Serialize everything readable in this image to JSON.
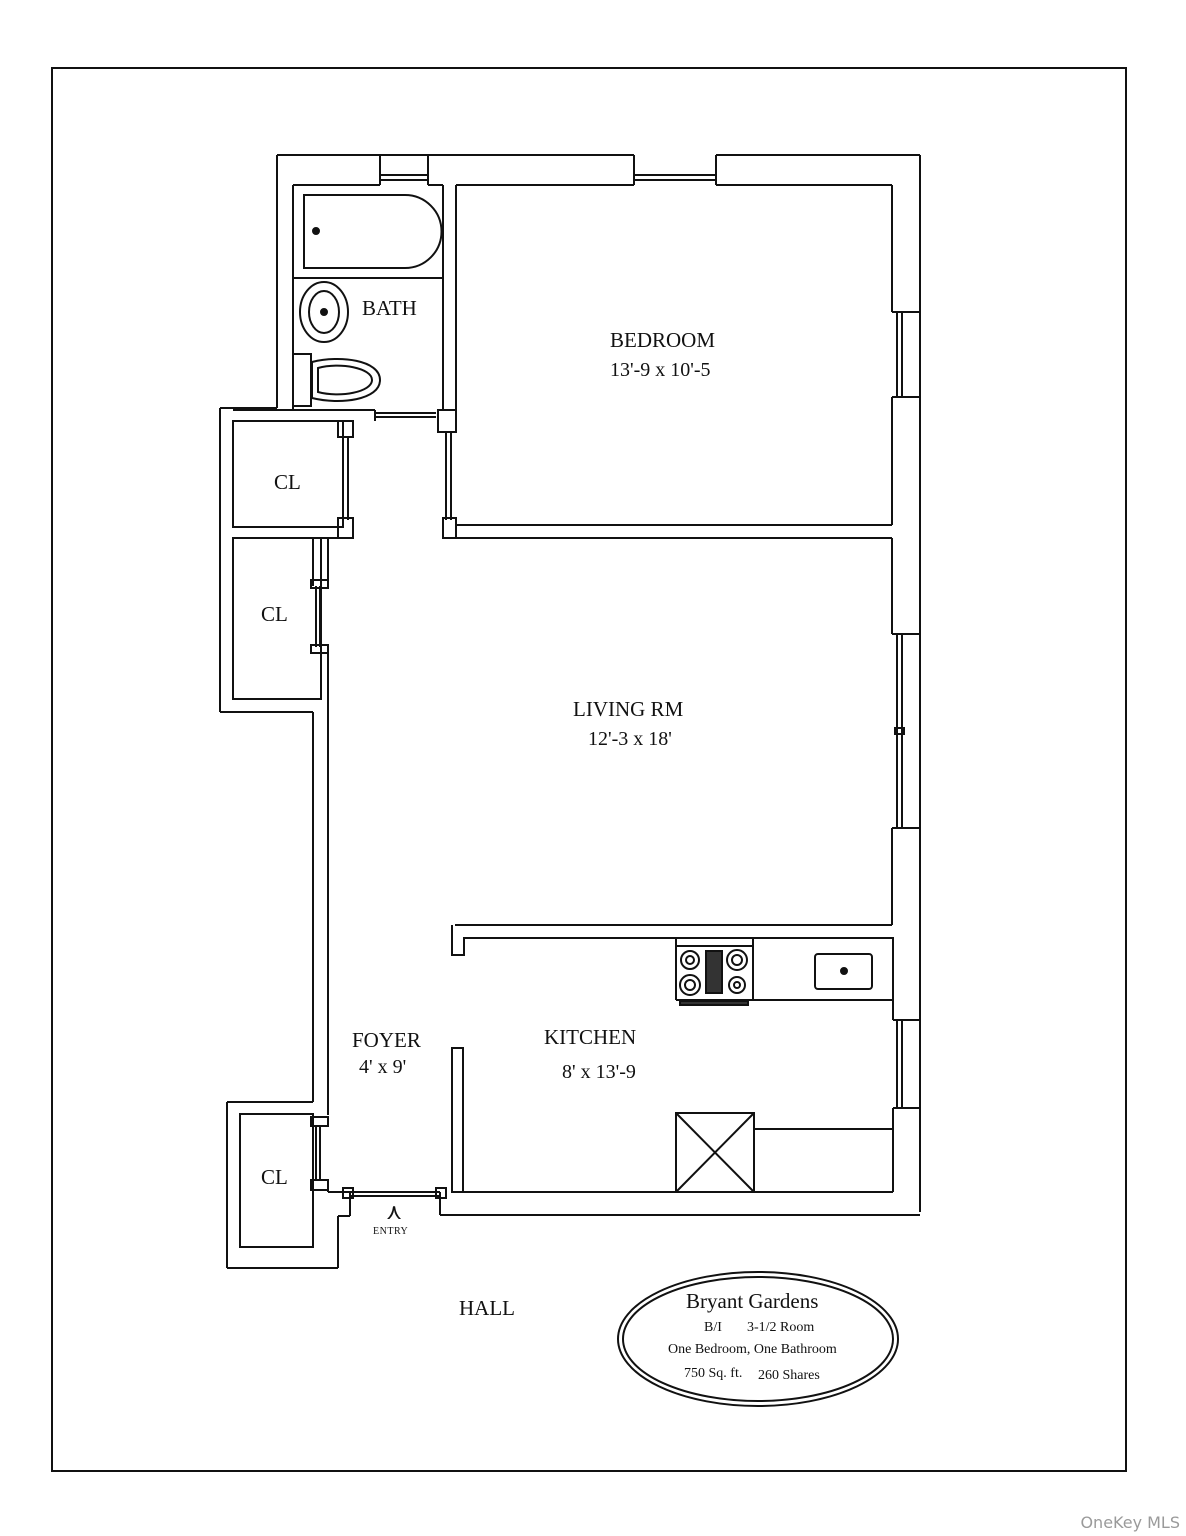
{
  "rooms": {
    "bath": {
      "name": "BATH"
    },
    "bedroom": {
      "name": "BEDROOM",
      "dimensions": "13'-9 x 10'-5"
    },
    "living": {
      "name": "LIVING RM",
      "dimensions": "12'-3 x 18'"
    },
    "kitchen": {
      "name": "KITCHEN",
      "dimensions": "8' x 13'-9"
    },
    "foyer": {
      "name": "FOYER",
      "dimensions": "4' x 9'"
    },
    "closets": [
      {
        "name": "CL"
      },
      {
        "name": "CL"
      },
      {
        "name": "CL"
      }
    ]
  },
  "entry": {
    "label": "ENTRY",
    "arrow_icon": "⋏"
  },
  "hall": {
    "label": "HALL"
  },
  "cartouche": {
    "title": "Bryant Gardens",
    "line_code": "B/I",
    "line_rooms": "3-1/2 Room",
    "line_type": "One Bedroom, One Bathroom",
    "line_sqft": "750 Sq. ft.",
    "line_shares": "260 Shares"
  },
  "watermark": "OneKey MLS",
  "colors": {
    "line": "#111111",
    "background": "#ffffff",
    "watermark": "#9a9a9a"
  }
}
